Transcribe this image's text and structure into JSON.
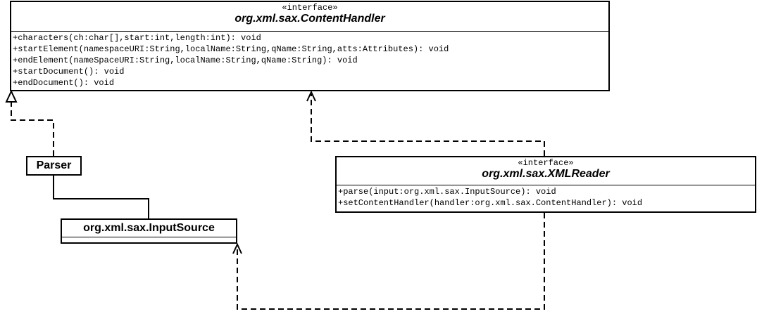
{
  "content_handler": {
    "stereotype": "«interface»",
    "name": "org.xml.sax.ContentHandler",
    "operations": [
      "+characters(ch:char[],start:int,length:int): void",
      "+startElement(namespaceURI:String,localName:String,qName:String,atts:Attributes): void",
      "+endElement(nameSpaceURI:String,localName:String,qName:String): void",
      "+startDocument(): void",
      "+endDocument(): void"
    ]
  },
  "xml_reader": {
    "stereotype": "«interface»",
    "name": "org.xml.sax.XMLReader",
    "operations": [
      "+parse(input:org.xml.sax.InputSource): void",
      "+setContentHandler(handler:org.xml.sax.ContentHandler): void"
    ]
  },
  "parser": {
    "name": "Parser"
  },
  "input_source": {
    "name": "org.xml.sax.InputSource"
  }
}
